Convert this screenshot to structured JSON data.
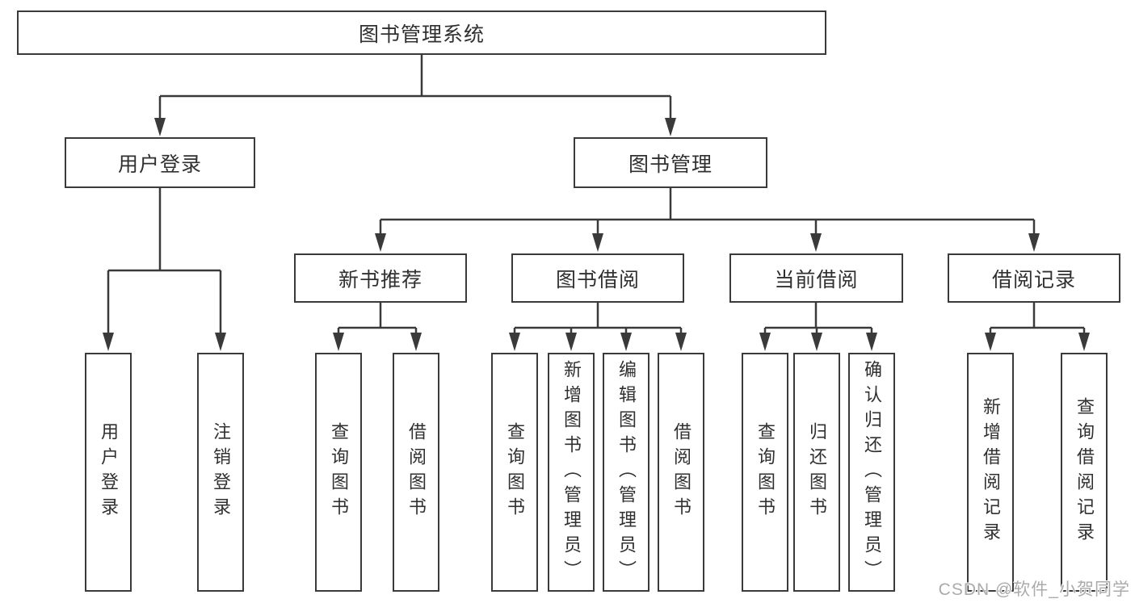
{
  "tree": {
    "label": "图书管理系统",
    "children": [
      {
        "label": "用户登录",
        "children": [
          {
            "label": "用户登录"
          },
          {
            "label": "注销登录"
          }
        ]
      },
      {
        "label": "图书管理",
        "children": [
          {
            "label": "新书推荐",
            "children": [
              {
                "label": "查询图书"
              },
              {
                "label": "借阅图书"
              }
            ]
          },
          {
            "label": "图书借阅",
            "children": [
              {
                "label": "查询图书"
              },
              {
                "label": "新增图书（管理员）"
              },
              {
                "label": "编辑图书（管理员）"
              },
              {
                "label": "借阅图书"
              }
            ]
          },
          {
            "label": "当前借阅",
            "children": [
              {
                "label": "查询图书"
              },
              {
                "label": "归还图书"
              },
              {
                "label": "确认归还（管理员）"
              }
            ]
          },
          {
            "label": "借阅记录",
            "children": [
              {
                "label": "新增借阅记录"
              },
              {
                "label": "查询借阅记录"
              }
            ]
          }
        ]
      }
    ]
  },
  "watermark": {
    "text": "CSDN @软件_小贺同学"
  },
  "colors": {
    "line": "#3a3a3a",
    "text": "#303030",
    "watermark": "#ababab",
    "background": "#ffffff"
  }
}
